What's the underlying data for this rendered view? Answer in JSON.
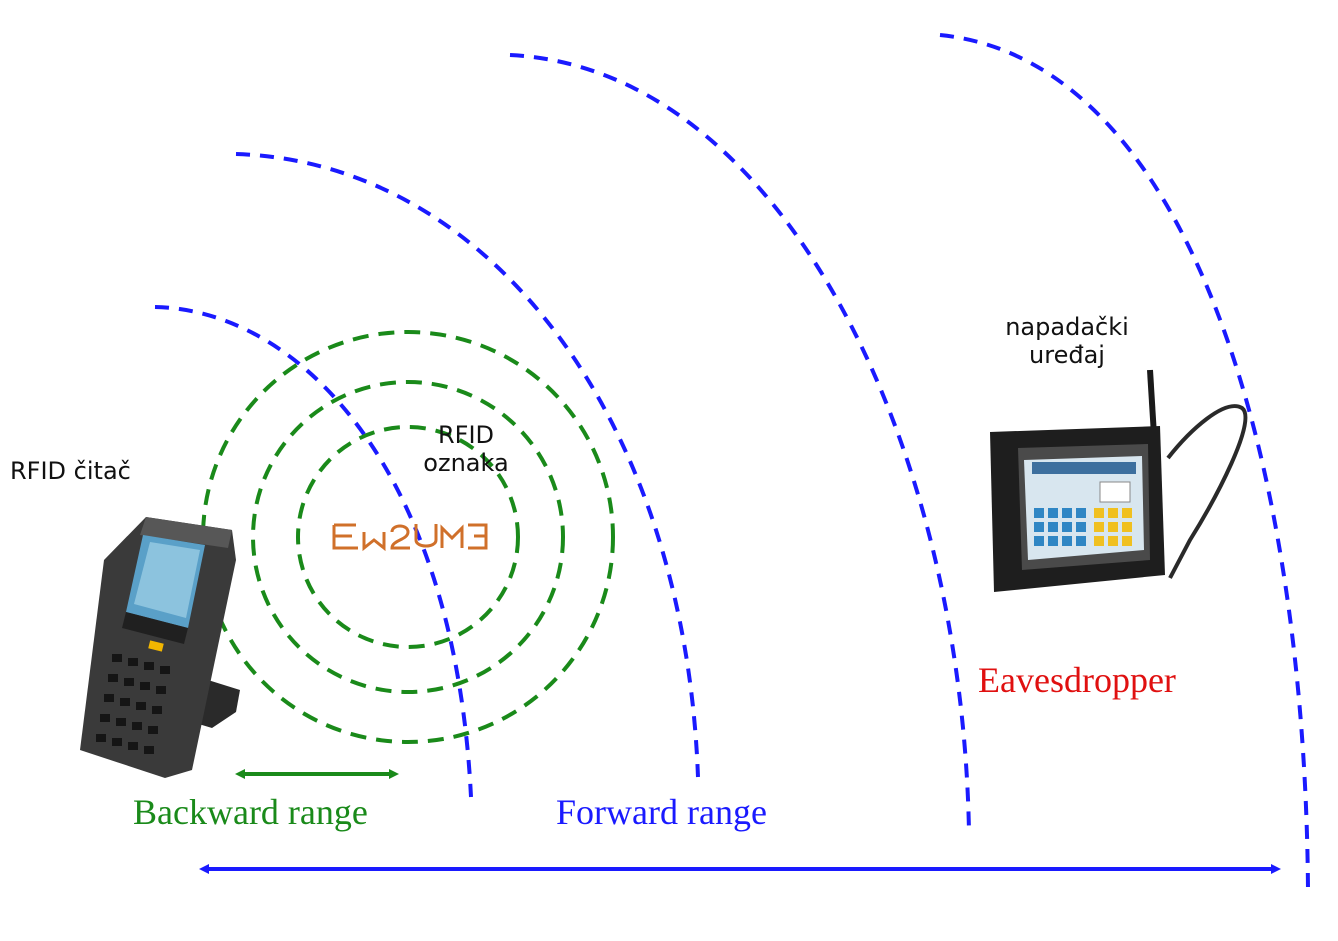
{
  "labels": {
    "reader": "RFID čitač",
    "tag_line1": "RFID",
    "tag_line2": "oznaka",
    "attacker_line1": "napadački",
    "attacker_line2": "uređaj",
    "eavesdropper": "Eavesdropper",
    "backward_range": "Backward range",
    "forward_range": "Forward range"
  },
  "colors": {
    "forward": "#1a1aff",
    "backward": "#1a8a1a",
    "eavesdropper": "#e01010"
  },
  "icons": {
    "reader": "handheld-rfid-reader-icon",
    "tag": "rfid-tag-icon",
    "attacker": "tablet-with-antenna-icon"
  }
}
